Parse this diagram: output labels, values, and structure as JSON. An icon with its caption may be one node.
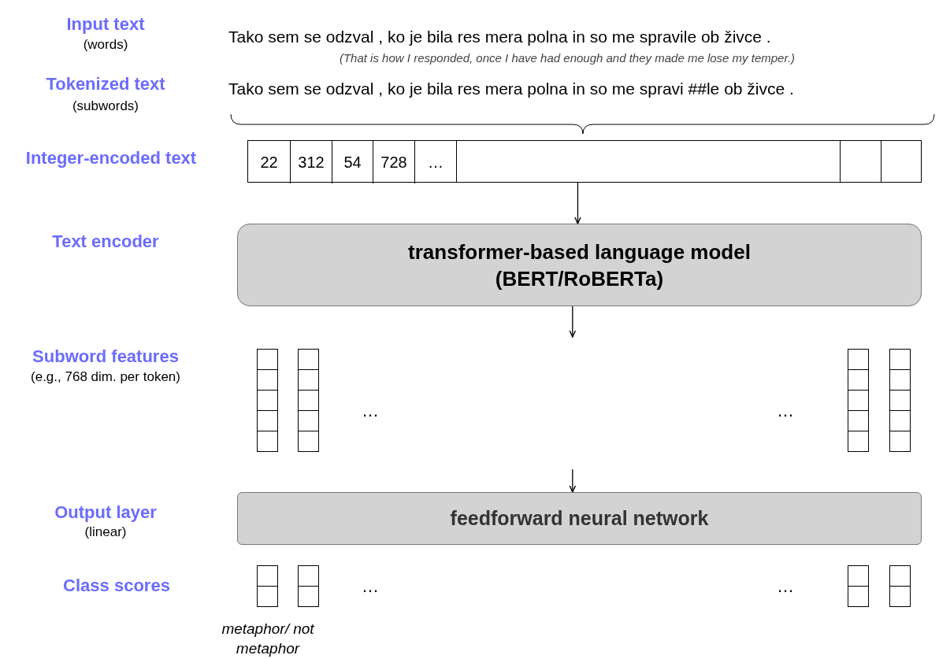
{
  "diagram": {
    "nodes": [
      {
        "text": [],
        "shape": "box"
      },
      {
        "text": [
          "22"
        ],
        "in": 0
      },
      {
        "text": [
          "312"
        ],
        "in": 0
      },
      {
        "text": [
          "54"
        ],
        "in": 0
      },
      {
        "text": [
          "728"
        ],
        "in": 0
      },
      {
        "text": [
          "…"
        ],
        "in": 0
      },
      {
        "text": [],
        "shape": "box",
        "in": 0
      },
      {
        "text": [],
        "shape": "box",
        "in": 0
      },
      {
        "text": [],
        "shape": "box",
        "in": 0
      },
      {
        "text": [
          "transformer-based language model (BERT/RoBERTa)"
        ]
      },
      {
        "text": [
          "feedforward neural network"
        ]
      }
    ],
    "edges": [
      {
        "from": 0,
        "to": 9,
        "arrow": "to"
      },
      {
        "from": 9,
        "to": null,
        "arrow": "to"
      },
      {
        "from": null,
        "to": 10,
        "arrow": "to"
      }
    ],
    "labels": [
      "Input text",
      "(words)",
      "Tako sem se odzval , ko je bila res mera polna in so me spravile ob živce .",
      "(That is how I responded, once I have had enough and they made me lose my temper.)",
      "Tokenized text",
      "(subwords)",
      "Tako sem se odzval , ko je bila res mera polna in so me spravi ##le ob živce .",
      "Integer-encoded text",
      "Text encoder",
      "Subword features",
      "(e.g., 768 dim. per token)",
      "…",
      "…",
      "Output layer",
      "(linear)",
      "Class scores",
      "…",
      "…",
      "metaphor/ not metaphor"
    ]
  }
}
